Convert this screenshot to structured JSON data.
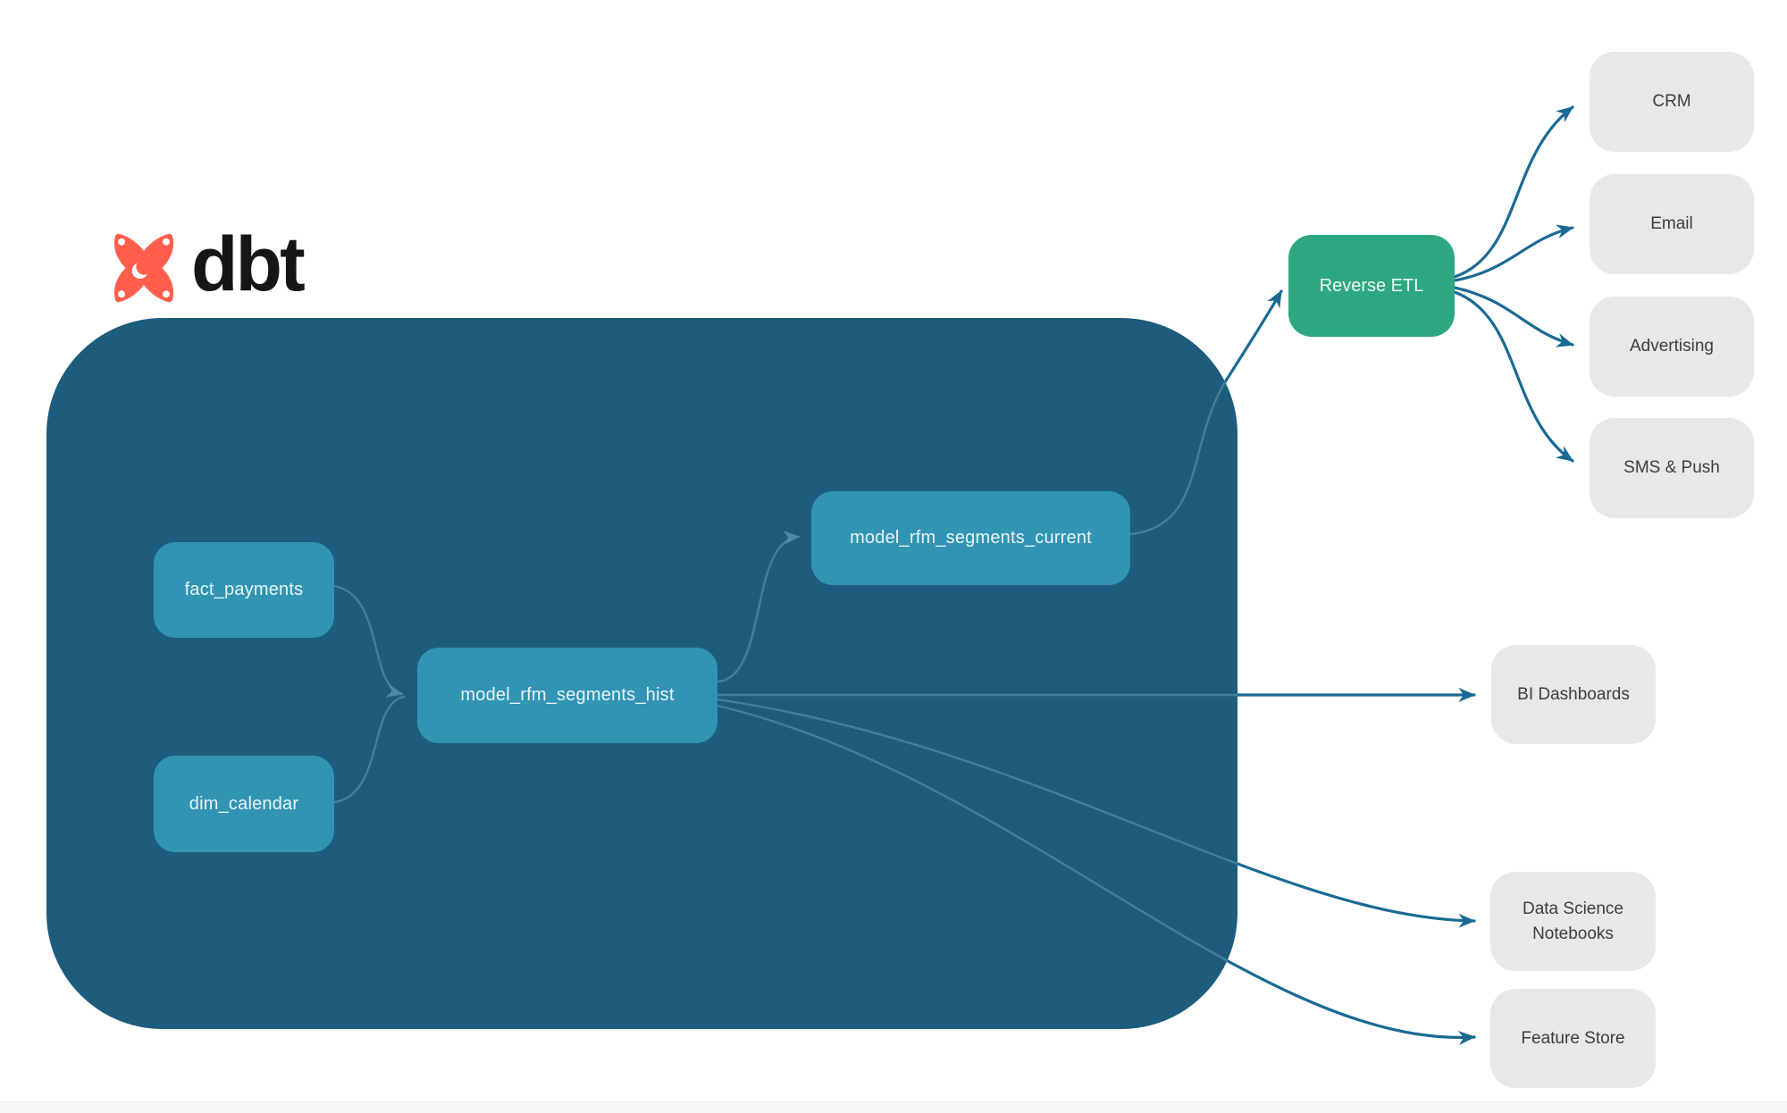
{
  "brand": {
    "name": "dbt"
  },
  "diagram": {
    "warehouse_nodes": [
      {
        "id": "fact_payments",
        "label": "fact_payments"
      },
      {
        "id": "dim_calendar",
        "label": "dim_calendar"
      },
      {
        "id": "model_rfm_segments_hist",
        "label": "model_rfm_segments_hist"
      },
      {
        "id": "model_rfm_segments_current",
        "label": "model_rfm_segments_current"
      }
    ],
    "activation_node": {
      "label": "Reverse ETL"
    },
    "destination_nodes": [
      {
        "label": "CRM"
      },
      {
        "label": "Email"
      },
      {
        "label": "Advertising"
      },
      {
        "label": "SMS & Push"
      }
    ],
    "consumer_nodes": [
      {
        "label": "BI Dashboards"
      },
      {
        "label": "Data Science Notebooks"
      },
      {
        "label": "Feature Store"
      }
    ],
    "edges": [
      {
        "from": "fact_payments",
        "to": "model_rfm_segments_hist"
      },
      {
        "from": "dim_calendar",
        "to": "model_rfm_segments_hist"
      },
      {
        "from": "model_rfm_segments_hist",
        "to": "model_rfm_segments_current"
      },
      {
        "from": "model_rfm_segments_current",
        "to": "Reverse ETL"
      },
      {
        "from": "Reverse ETL",
        "to": "CRM"
      },
      {
        "from": "Reverse ETL",
        "to": "Email"
      },
      {
        "from": "Reverse ETL",
        "to": "Advertising"
      },
      {
        "from": "Reverse ETL",
        "to": "SMS & Push"
      },
      {
        "from": "model_rfm_segments_hist",
        "to": "BI Dashboards"
      },
      {
        "from": "model_rfm_segments_hist",
        "to": "Data Science Notebooks"
      },
      {
        "from": "model_rfm_segments_hist",
        "to": "Feature Store"
      }
    ]
  },
  "colors": {
    "warehouse_container": "#1d5c7c",
    "model_node": "#3194b3",
    "activation_node": "#2ca781",
    "destination_node": "#e8e8e8",
    "edge_outer": "#1a6a94",
    "edge_inner": "#41809c",
    "logo_orange": "#ff5e4c"
  }
}
